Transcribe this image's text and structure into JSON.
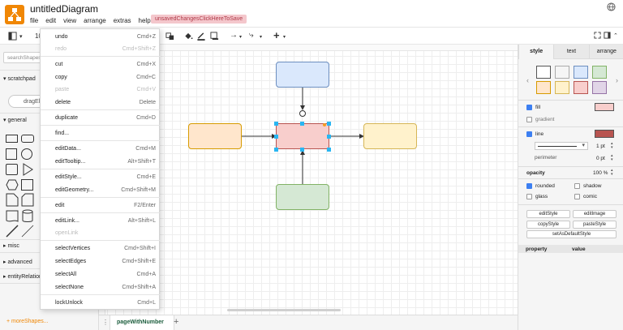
{
  "app": {
    "title": "untitledDiagram",
    "unsaved_label": "unsavedChangesClickHereToSave",
    "menu": [
      "file",
      "edit",
      "view",
      "arrange",
      "extras",
      "help"
    ]
  },
  "toolbar": {
    "zoom_partial": "10"
  },
  "sidebar": {
    "search_placeholder": "searchShapes",
    "sections": [
      "scratchpad",
      "general",
      "misc",
      "advanced",
      "entityRelation"
    ],
    "drag_label": "dragEl",
    "more_shapes": "+ moreShapes..."
  },
  "edit_menu": [
    {
      "label": "undo",
      "shortcut": "Cmd+Z",
      "disabled": false
    },
    {
      "label": "redo",
      "shortcut": "Cmd+Shift+Z",
      "disabled": true
    },
    {
      "label": "cut",
      "shortcut": "Cmd+X",
      "disabled": false
    },
    {
      "label": "copy",
      "shortcut": "Cmd+C",
      "disabled": false
    },
    {
      "label": "paste",
      "shortcut": "Cmd+V",
      "disabled": true
    },
    {
      "label": "delete",
      "shortcut": "Delete",
      "disabled": false
    },
    {
      "label": "duplicate",
      "shortcut": "Cmd+D",
      "disabled": false
    },
    {
      "label": "find...",
      "shortcut": "",
      "disabled": false
    },
    {
      "label": "editData...",
      "shortcut": "Cmd+M",
      "disabled": false
    },
    {
      "label": "editTooltip...",
      "shortcut": "Alt+Shift+T",
      "disabled": false
    },
    {
      "label": "editStyle...",
      "shortcut": "Cmd+E",
      "disabled": false
    },
    {
      "label": "editGeometry...",
      "shortcut": "Cmd+Shift+M",
      "disabled": false
    },
    {
      "label": "edit",
      "shortcut": "F2/Enter",
      "disabled": false
    },
    {
      "label": "editLink...",
      "shortcut": "Alt+Shift+L",
      "disabled": false
    },
    {
      "label": "openLink",
      "shortcut": "",
      "disabled": true
    },
    {
      "label": "selectVertices",
      "shortcut": "Cmd+Shift+I",
      "disabled": false
    },
    {
      "label": "selectEdges",
      "shortcut": "Cmd+Shift+E",
      "disabled": false
    },
    {
      "label": "selectAll",
      "shortcut": "Cmd+A",
      "disabled": false
    },
    {
      "label": "selectNone",
      "shortcut": "Cmd+Shift+A",
      "disabled": false
    },
    {
      "label": "lockUnlock",
      "shortcut": "Cmd+L",
      "disabled": false
    }
  ],
  "format_panel": {
    "tabs": [
      "style",
      "text",
      "arrange"
    ],
    "fill_label": "fill",
    "gradient_label": "gradient",
    "line_label": "line",
    "line_width": "1 pt",
    "perimeter_label": "perimeter",
    "perimeter_value": "0 pt",
    "opacity_label": "opacity",
    "opacity_value": "100 %",
    "rounded_label": "rounded",
    "shadow_label": "shadow",
    "glass_label": "glass",
    "comic_label": "comic",
    "buttons": [
      "editStyle",
      "editImage",
      "copyStyle",
      "pasteStyle",
      "setAsDefaultStyle"
    ],
    "prop_header": "property",
    "value_header": "value",
    "colors": {
      "fill": "#f8cecc",
      "line": "#b85450"
    }
  },
  "pages": {
    "current": "pageWithNumber"
  }
}
